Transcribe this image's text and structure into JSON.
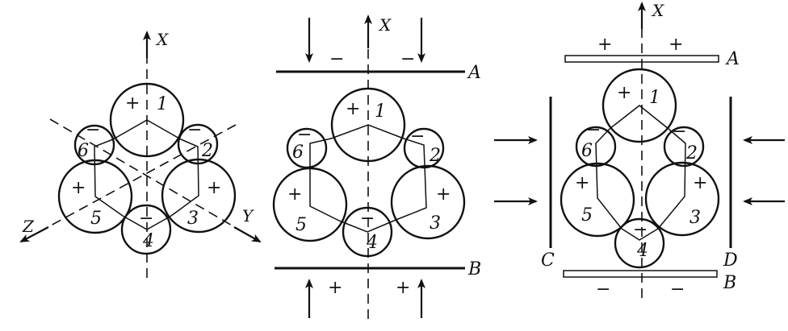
{
  "diagram": {
    "panels": [
      {
        "id": "panel-1",
        "axis_labels": [
          "X",
          "Y",
          "Z"
        ],
        "circles": [
          {
            "num": "1",
            "sign": "+"
          },
          {
            "num": "2",
            "sign": "−"
          },
          {
            "num": "3",
            "sign": "+"
          },
          {
            "num": "4",
            "sign": "−"
          },
          {
            "num": "5",
            "sign": "+"
          },
          {
            "num": "6",
            "sign": "−"
          }
        ]
      },
      {
        "id": "panel-2",
        "axis_labels": [
          "X"
        ],
        "plate_labels": [
          "A",
          "B"
        ],
        "circles": [
          {
            "num": "1",
            "sign": "+"
          },
          {
            "num": "2",
            "sign": "−"
          },
          {
            "num": "3",
            "sign": "+"
          },
          {
            "num": "4",
            "sign": "−"
          },
          {
            "num": "5",
            "sign": "+"
          },
          {
            "num": "6",
            "sign": "−"
          }
        ],
        "plate_signs": [
          "−",
          "−",
          "+",
          "+"
        ]
      },
      {
        "id": "panel-3",
        "axis_labels": [
          "X"
        ],
        "plate_labels": [
          "A",
          "B",
          "C",
          "D"
        ],
        "circles": [
          {
            "num": "1",
            "sign": "+"
          },
          {
            "num": "2",
            "sign": "−"
          },
          {
            "num": "3",
            "sign": "+"
          },
          {
            "num": "4",
            "sign": "−"
          },
          {
            "num": "5",
            "sign": "+"
          },
          {
            "num": "6",
            "sign": "−"
          }
        ],
        "plate_signs": [
          "+",
          "+",
          "−",
          "−"
        ]
      }
    ]
  }
}
